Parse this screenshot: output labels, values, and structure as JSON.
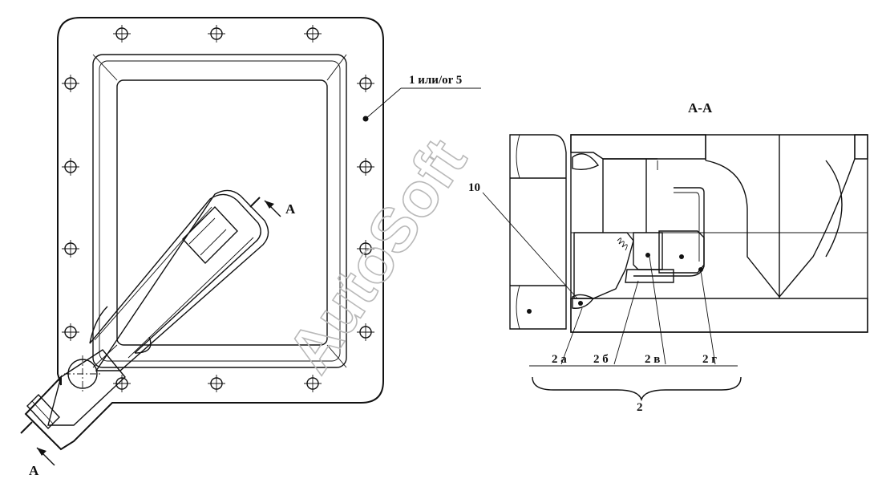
{
  "watermark": "AutoSoft",
  "left_view": {
    "label_part": "1 или/or 5",
    "section_mark_top": "A",
    "section_mark_bottom": "A"
  },
  "section_view": {
    "title": "A-A",
    "label_10": "10",
    "sub_labels": [
      "2 а",
      "2 б",
      "2 в",
      "2 г"
    ],
    "group_label": "2"
  }
}
